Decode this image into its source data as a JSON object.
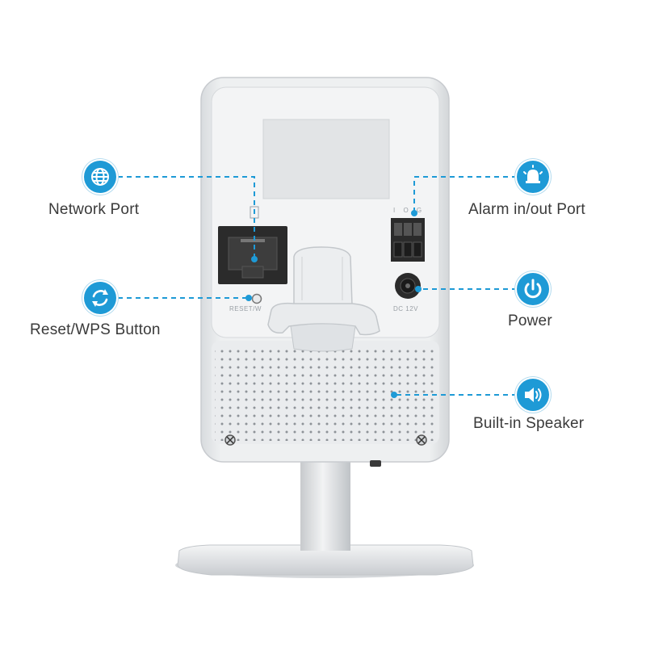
{
  "callouts": {
    "network_port": "Network Port",
    "reset_wps": "Reset/WPS Button",
    "alarm": "Alarm in/out Port",
    "power": "Power",
    "speaker": "Built-in Speaker"
  },
  "device_markings": {
    "reset": "RESET/W",
    "dc": "DC 12V",
    "alarm_pins": "I O G"
  },
  "colors": {
    "accent": "#1e9ad6",
    "body": "#e6e8ea",
    "panel": "#dcdfe2",
    "port": "#2b2b2b"
  },
  "icons": {
    "network_port": "globe-icon",
    "reset_wps": "refresh-icon",
    "alarm": "alarm-bell-icon",
    "power": "power-icon",
    "speaker": "speaker-icon"
  }
}
